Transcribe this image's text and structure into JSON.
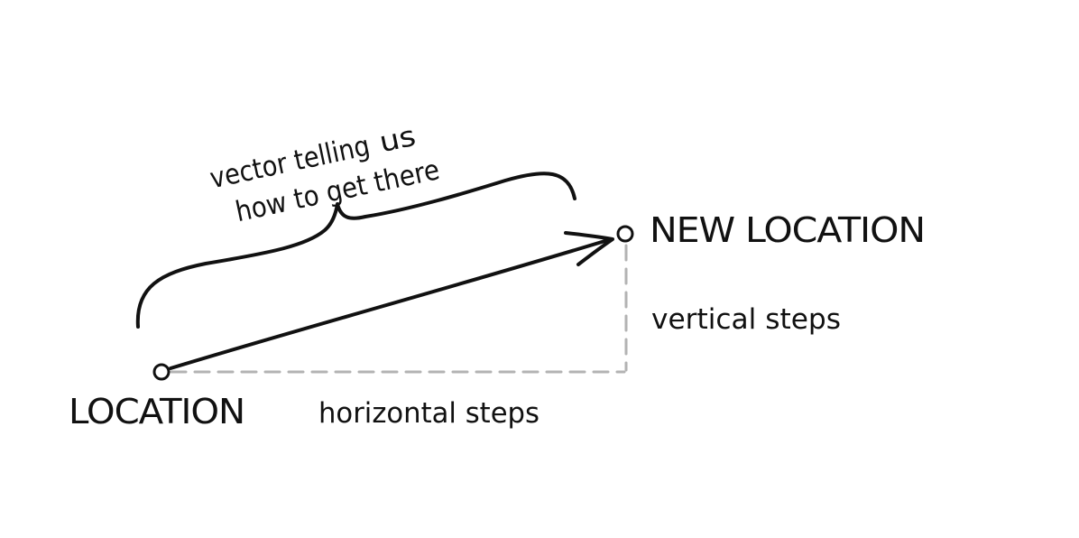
{
  "labels": {
    "location": "LOCATION",
    "new_location": "NEW LOCATION",
    "horizontal": "horizontal steps",
    "vertical": "vertical steps",
    "vector_line1": "vector telling",
    "vector_line1_us": "us",
    "vector_line2": "how to get there"
  },
  "colors": {
    "ink": "#111111",
    "dashed_guide": "#b3b3b3",
    "background": "#ffffff"
  }
}
